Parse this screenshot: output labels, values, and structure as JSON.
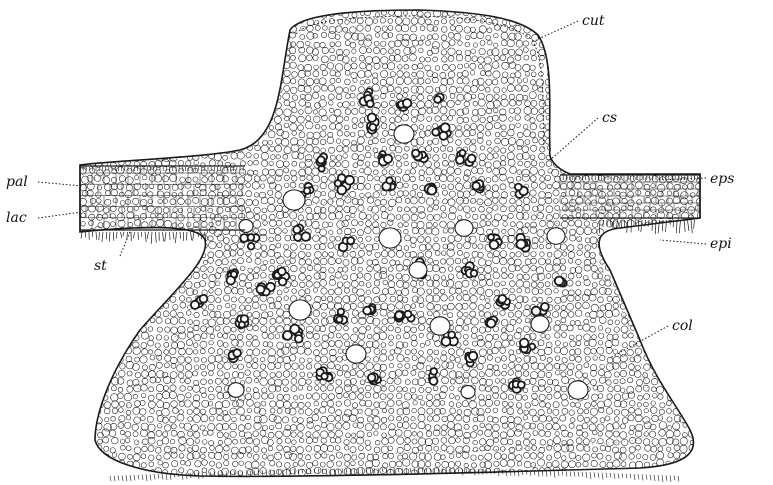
{
  "labels": {
    "cut": "cut",
    "cs": "cs",
    "pal": "pal",
    "eps": "eps",
    "lac": "lac",
    "epi": "epi",
    "st": "st",
    "col": "col"
  },
  "colors": {
    "ink": "#1a1a1a",
    "paper": "#ffffff",
    "lumen": "#ffffff"
  }
}
